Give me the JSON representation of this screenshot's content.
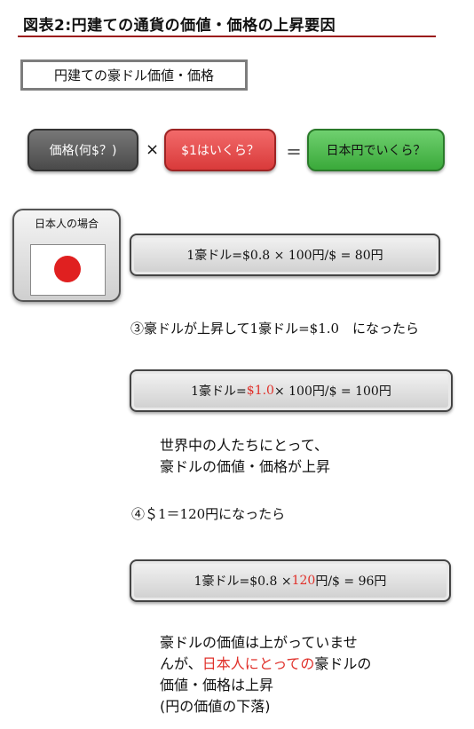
{
  "title": "図表2:円建ての通貨の価値・価格の上昇要因",
  "subtitle": "円建ての豪ドル価値・価格",
  "formula": {
    "price_label": "価格(何$？)",
    "times": "×",
    "rate_label": "$1はいくら？",
    "equals": "＝",
    "yen_label": "日本円でいくら？"
  },
  "japan_card": {
    "label": "日本人の場合"
  },
  "equation1": "1豪ドル=$0.8 × 100円/$ = 80円",
  "step3": "③豪ドルが上昇して1豪ドル=$1.0　になったら",
  "equation2": {
    "prefix": "1豪ドル=",
    "highlight": "$1.0",
    "suffix": " × 100円/$ = 100円"
  },
  "comment1": [
    "世界中の人たちにとって、",
    "豪ドルの価値・価格が上昇"
  ],
  "step4": "④＄1＝120円になったら",
  "equation3": {
    "prefix": "1豪ドル=$0.8 × ",
    "highlight": "120",
    "suffix": "円/$ = 96円"
  },
  "comment2": {
    "line1": "豪ドルの価値は上がっていませ",
    "line2_prefix": "んが、",
    "line2_highlight": "日本人にとっての",
    "line2_suffix": "豪ドルの",
    "line3": "価値・価格は上昇",
    "line4": "(円の価値の下落)"
  },
  "colors": {
    "accent_red": "#e0302a",
    "title_rule": "#9b1b1b",
    "green_pill": "#4cb84c",
    "red_pill": "#e04848",
    "gray_pill": "#5a5a5a"
  }
}
